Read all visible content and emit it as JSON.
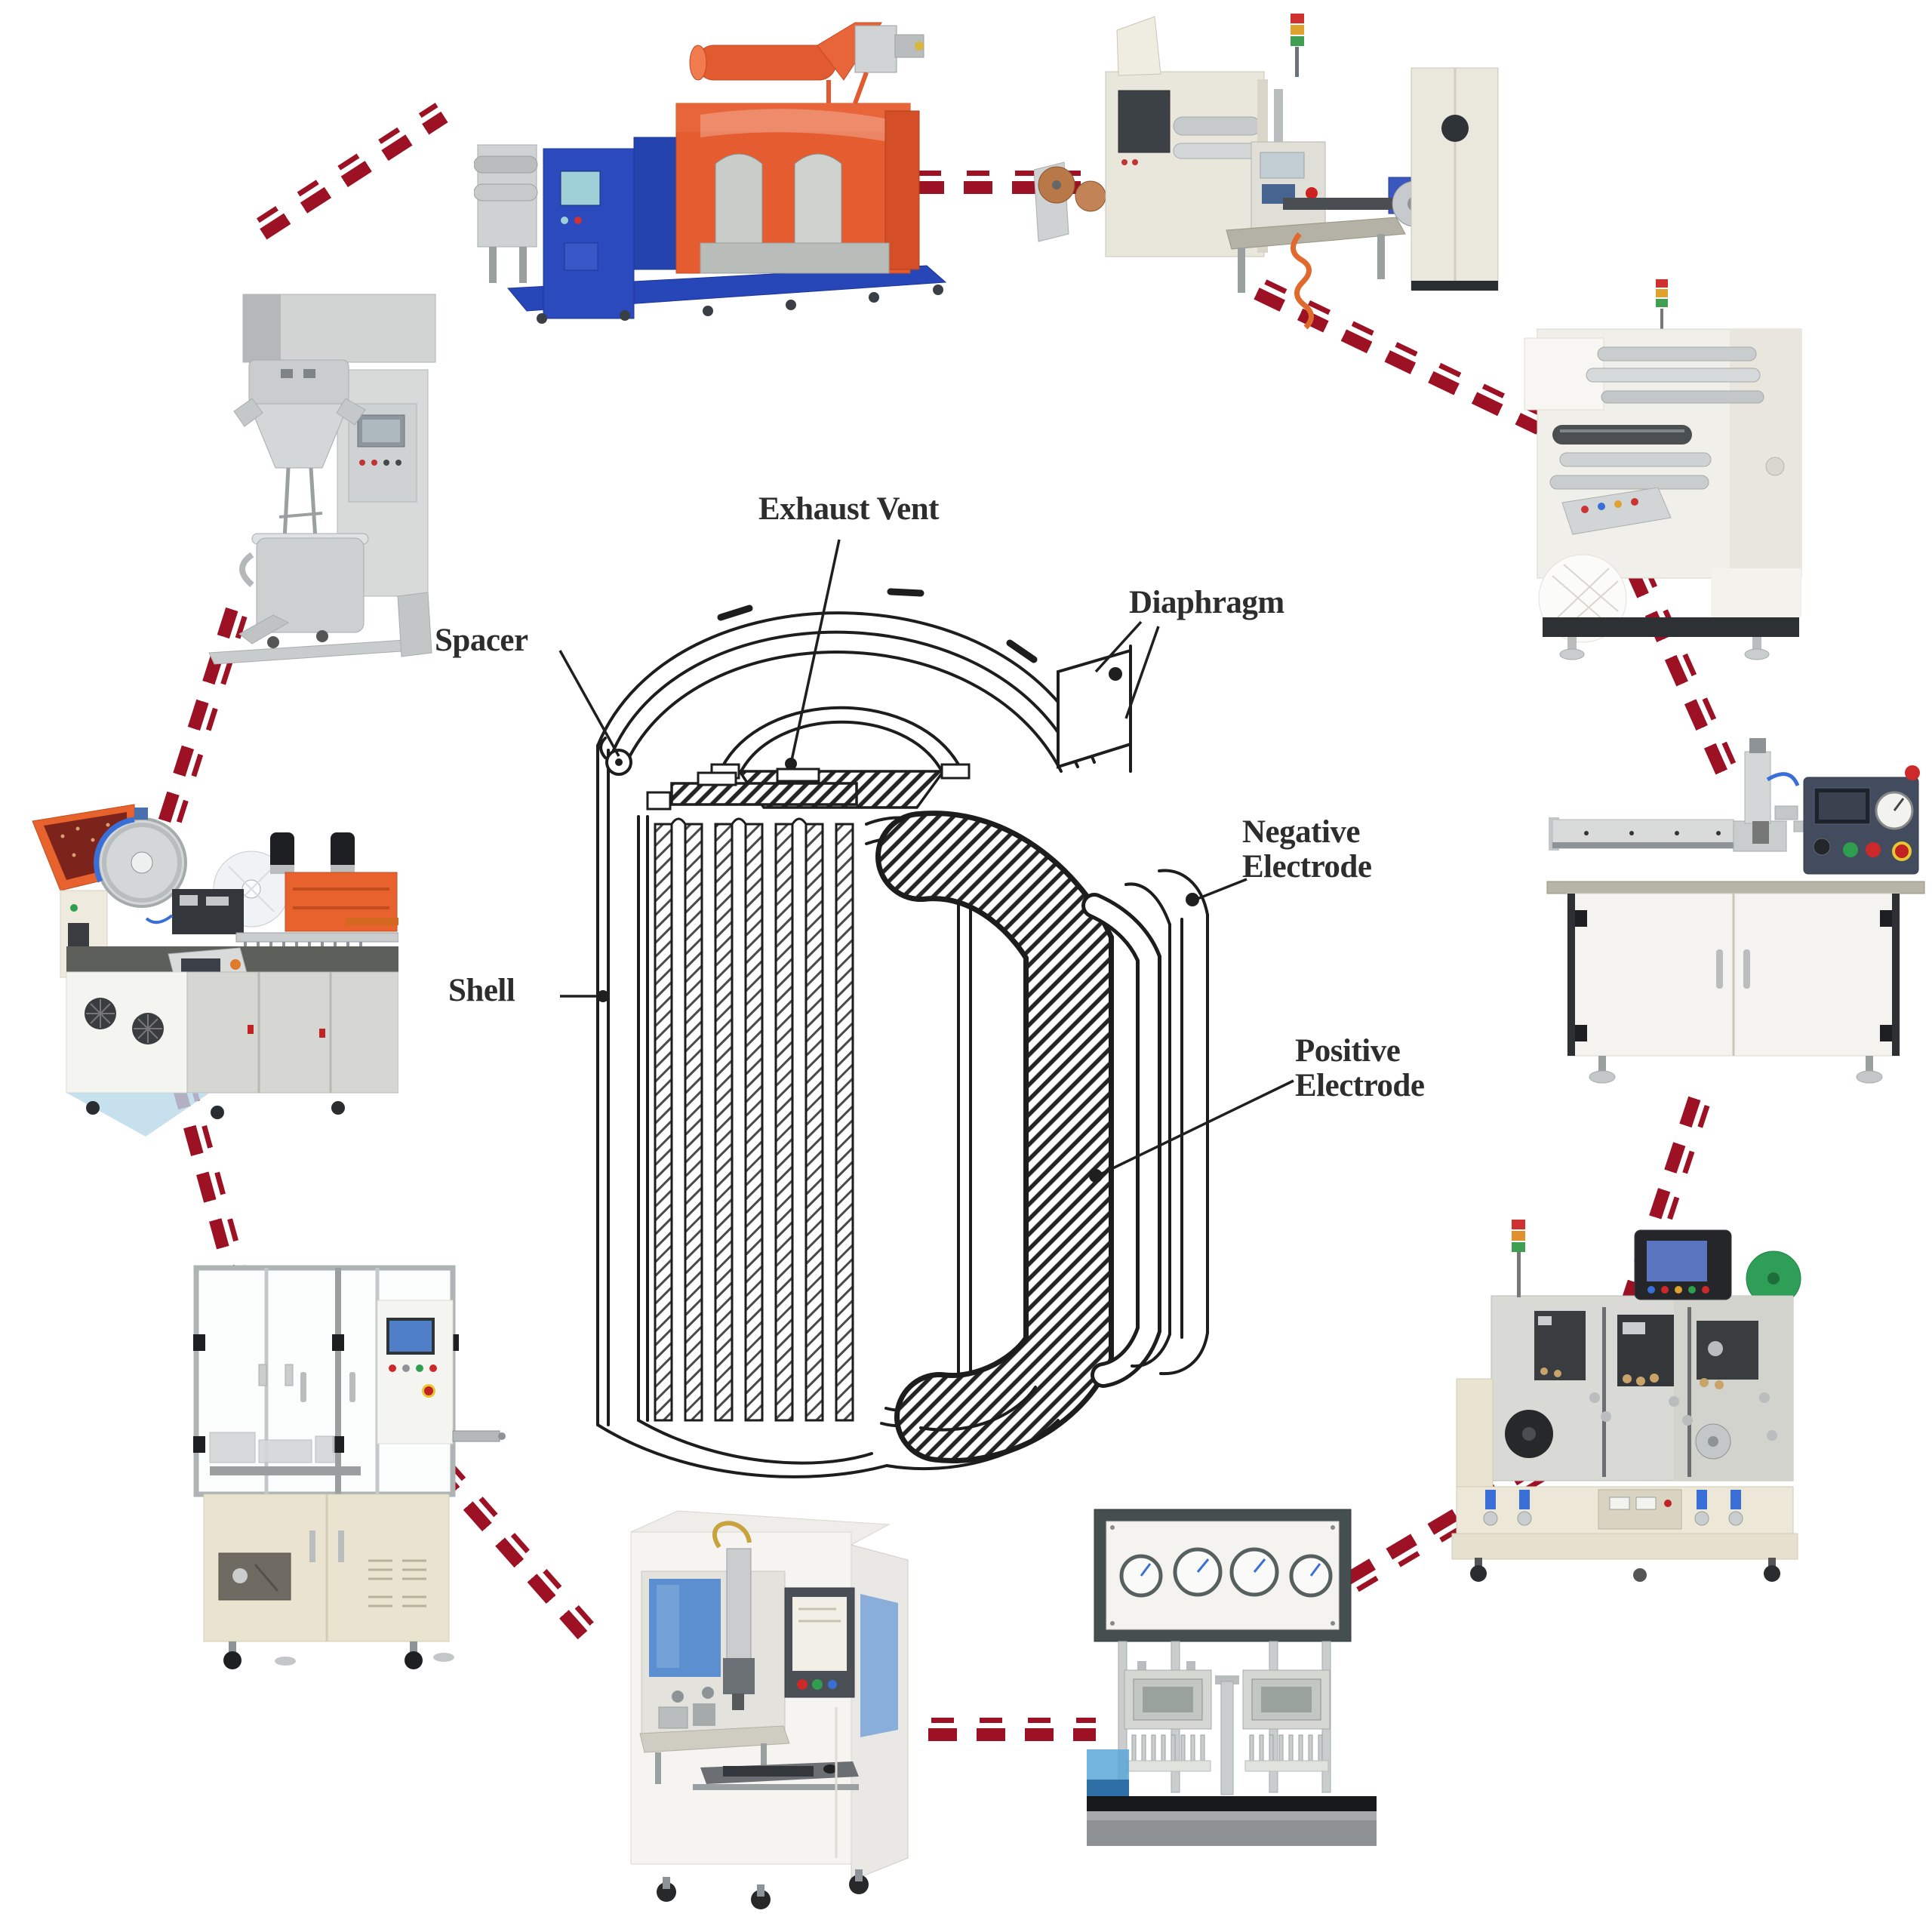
{
  "page": {
    "background": "#ffffff"
  },
  "diagram": {
    "subject": "cylindrical-battery-cutaway",
    "labels": {
      "exhaust_vent": "Exhaust Vent",
      "spacer": "Spacer",
      "diaphragm": "Diaphragm",
      "shell": "Shell",
      "negative_electrode": "Negative Electrode",
      "positive_electrode": "Positive Electrode"
    },
    "label_color": "#2d2d2d",
    "line_color": "#1f1f1f"
  },
  "connectors": {
    "color": "#9c1124",
    "style": "double-dash"
  },
  "machines": [
    {
      "id": "mixer",
      "name": "vacuum-planetary-mixer-photo"
    },
    {
      "id": "coater",
      "name": "electrode-coating-machine-photo"
    },
    {
      "id": "calender",
      "name": "roller-press-calender-photo"
    },
    {
      "id": "slitter",
      "name": "electrode-slitting-machine-photo"
    },
    {
      "id": "tab-welder",
      "name": "tab-welding-bench-photo"
    },
    {
      "id": "winder",
      "name": "cell-winding-machine-photo"
    },
    {
      "id": "filler",
      "name": "electrolyte-filling-machine-photo"
    },
    {
      "id": "laser-welder",
      "name": "laser-welding-machine-photo"
    },
    {
      "id": "sorter",
      "name": "cell-assembly-enclosure-machine-photo"
    },
    {
      "id": "paper-sticker",
      "name": "insulation-paper-machine-photo"
    }
  ]
}
